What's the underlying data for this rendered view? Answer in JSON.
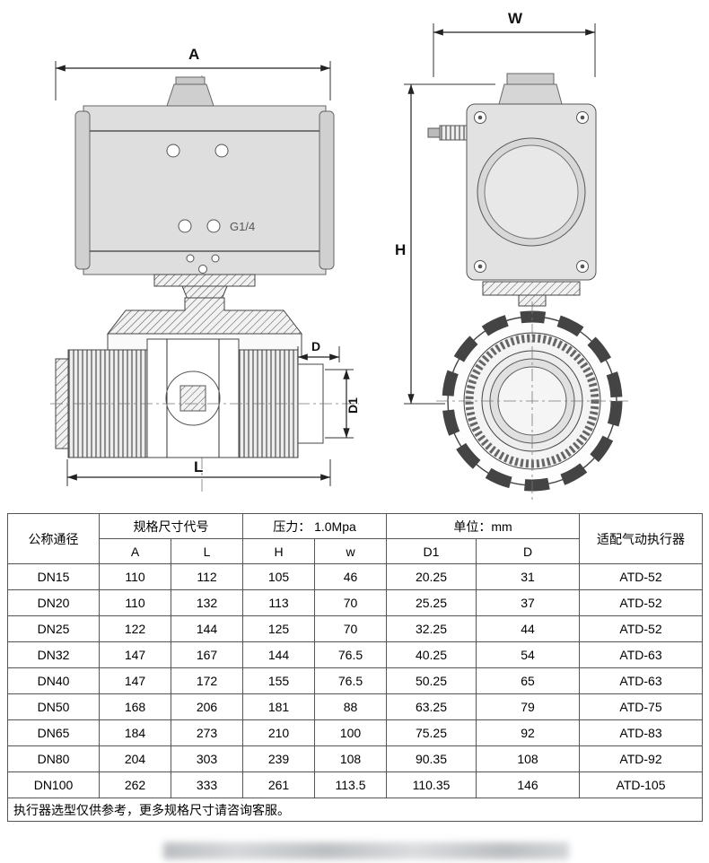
{
  "drawing": {
    "labels": {
      "a": "A",
      "w": "W",
      "h": "H",
      "d": "D",
      "d1": "D1",
      "l": "L",
      "port": "G1/4"
    }
  },
  "table": {
    "headers": {
      "nominal": "公称通径",
      "spec_code": "规格尺寸代号",
      "pressure": "压力： 1.0Mpa",
      "unit": "单位：mm",
      "actuator": "适配气动执行器",
      "dims": [
        "A",
        "L",
        "H",
        "w",
        "D1",
        "D"
      ]
    },
    "rows": [
      {
        "dn": "DN15",
        "values": [
          "110",
          "112",
          "105",
          "46",
          "20.25",
          "31"
        ],
        "actuator": "ATD-52"
      },
      {
        "dn": "DN20",
        "values": [
          "110",
          "132",
          "113",
          "70",
          "25.25",
          "37"
        ],
        "actuator": "ATD-52"
      },
      {
        "dn": "DN25",
        "values": [
          "122",
          "144",
          "125",
          "70",
          "32.25",
          "44"
        ],
        "actuator": "ATD-52"
      },
      {
        "dn": "DN32",
        "values": [
          "147",
          "167",
          "144",
          "76.5",
          "40.25",
          "54"
        ],
        "actuator": "ATD-63"
      },
      {
        "dn": "DN40",
        "values": [
          "147",
          "172",
          "155",
          "76.5",
          "50.25",
          "65"
        ],
        "actuator": "ATD-63"
      },
      {
        "dn": "DN50",
        "values": [
          "168",
          "206",
          "181",
          "88",
          "63.25",
          "79"
        ],
        "actuator": "ATD-75"
      },
      {
        "dn": "DN65",
        "values": [
          "184",
          "273",
          "210",
          "100",
          "75.25",
          "92"
        ],
        "actuator": "ATD-83"
      },
      {
        "dn": "DN80",
        "values": [
          "204",
          "303",
          "239",
          "108",
          "90.35",
          "108"
        ],
        "actuator": "ATD-92"
      },
      {
        "dn": "DN100",
        "values": [
          "262",
          "333",
          "261",
          "113.5",
          "110.35",
          "146"
        ],
        "actuator": "ATD-105"
      }
    ],
    "note": "执行器选型仅供参考，更多规格尺寸请咨询客服。"
  }
}
